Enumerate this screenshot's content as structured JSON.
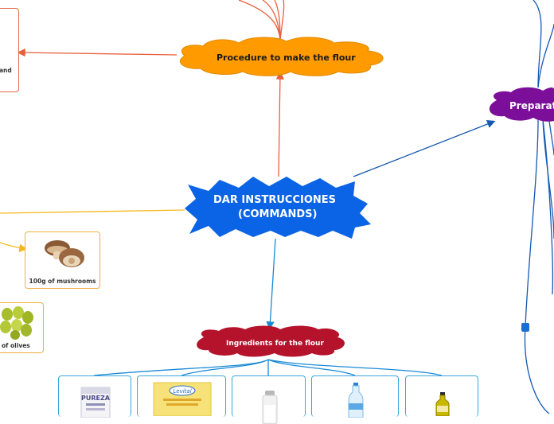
{
  "central": {
    "line1": "DAR INSTRUCCIONES",
    "line2": "(COMMANDS)",
    "color": "#0b63e5"
  },
  "procedure": {
    "label": "Procedure to make the flour",
    "color": "#ff9a00"
  },
  "ingredients": {
    "label": "Ingredients for the flour",
    "color": "#b5122b"
  },
  "preparation": {
    "label": "Preparat",
    "color": "#7b0f99"
  },
  "left_items": [
    {
      "label": "100g of mushrooms",
      "icon": "mushroom-icon"
    },
    {
      "label": "of olives",
      "icon": "olives-icon"
    }
  ],
  "top_left_card": {
    "label": "and"
  },
  "ingredient_cards": [
    {
      "icon": "flour-bag-icon",
      "label": "PUREZA"
    },
    {
      "icon": "yeast-packet-icon",
      "label": "Levital"
    },
    {
      "icon": "salt-shaker-icon"
    },
    {
      "icon": "water-bottle-icon"
    },
    {
      "icon": "oil-bottle-icon"
    }
  ],
  "colors": {
    "connector_red": "#e8603c",
    "connector_yellow": "#f5b81c",
    "connector_blue": "#1b8ad6",
    "connector_navy": "#1558b0",
    "card_orange": "#f0b040"
  }
}
